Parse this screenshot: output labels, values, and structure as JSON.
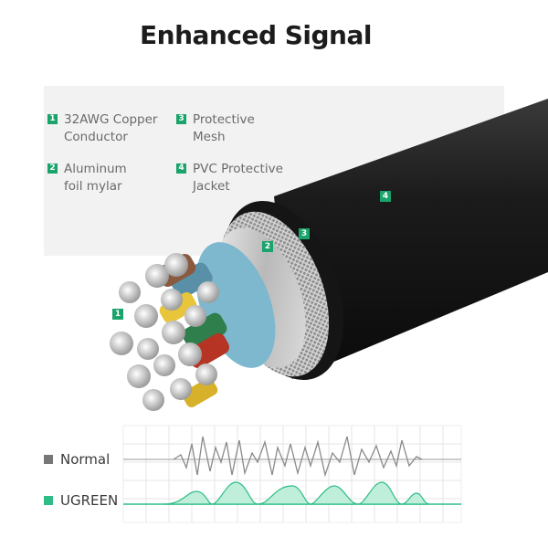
{
  "title": "Enhanced Signal",
  "legend": [
    {
      "number": "1",
      "label": "32AWG Copper\nConductor"
    },
    {
      "number": "3",
      "label": "Protective\nMesh"
    },
    {
      "number": "2",
      "label": "Aluminum\nfoil mylar"
    },
    {
      "number": "4",
      "label": "PVC Protective\nJacket"
    }
  ],
  "callouts": [
    "1",
    "2",
    "3",
    "4"
  ],
  "signal_comparison": {
    "normal": {
      "label": "Normal",
      "color": "#777777"
    },
    "ugreen": {
      "label": "UGREEN",
      "color": "#2ebd86"
    }
  },
  "accent_color": "#1aa36b"
}
